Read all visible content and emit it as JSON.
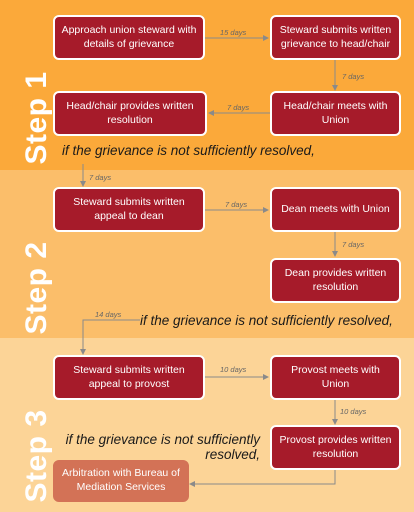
{
  "colors": {
    "band1": "#fba93a",
    "band2": "#fbbe6a",
    "band3": "#fcd497",
    "box": "#a61b2a",
    "final_box": "#d37256",
    "arrow": "#8a8a8a"
  },
  "steps": [
    {
      "label": "Step 1",
      "boxes": [
        {
          "id": "b1",
          "text": "Approach union steward with details of grievance"
        },
        {
          "id": "b2",
          "text": "Steward submits written grievance to head/chair"
        },
        {
          "id": "b3",
          "text": "Head/chair meets with Union"
        },
        {
          "id": "b4",
          "text": "Head/chair provides written resolution"
        }
      ],
      "note": "if the grievance is not sufficiently resolved,"
    },
    {
      "label": "Step 2",
      "boxes": [
        {
          "id": "b5",
          "text": "Steward submits written appeal to dean"
        },
        {
          "id": "b6",
          "text": "Dean meets with Union"
        },
        {
          "id": "b7",
          "text": "Dean provides written resolution"
        }
      ],
      "note": "if the grievance is not sufficiently resolved,"
    },
    {
      "label": "Step 3",
      "boxes": [
        {
          "id": "b8",
          "text": "Steward submits written appeal to provost"
        },
        {
          "id": "b9",
          "text": "Provost meets with Union"
        },
        {
          "id": "b10",
          "text": "Provost provides written resolution"
        },
        {
          "id": "b11",
          "text": "Arbitration with Bureau of Mediation Services"
        }
      ],
      "note": "if the grievance is not sufficiently resolved,"
    }
  ],
  "edges": [
    {
      "from": "b1",
      "to": "b2",
      "days": "15 days"
    },
    {
      "from": "b2",
      "to": "b3",
      "days": "7 days"
    },
    {
      "from": "b3",
      "to": "b4",
      "days": "7 days"
    },
    {
      "from": "note1",
      "to": "b5",
      "days": "7 days"
    },
    {
      "from": "b5",
      "to": "b6",
      "days": "7 days"
    },
    {
      "from": "b6",
      "to": "b7",
      "days": "7 days"
    },
    {
      "from": "note2",
      "to": "b8",
      "days": "14 days"
    },
    {
      "from": "b8",
      "to": "b9",
      "days": "10 days"
    },
    {
      "from": "b9",
      "to": "b10",
      "days": "10 days"
    },
    {
      "from": "b10",
      "to": "b11",
      "days": ""
    }
  ]
}
